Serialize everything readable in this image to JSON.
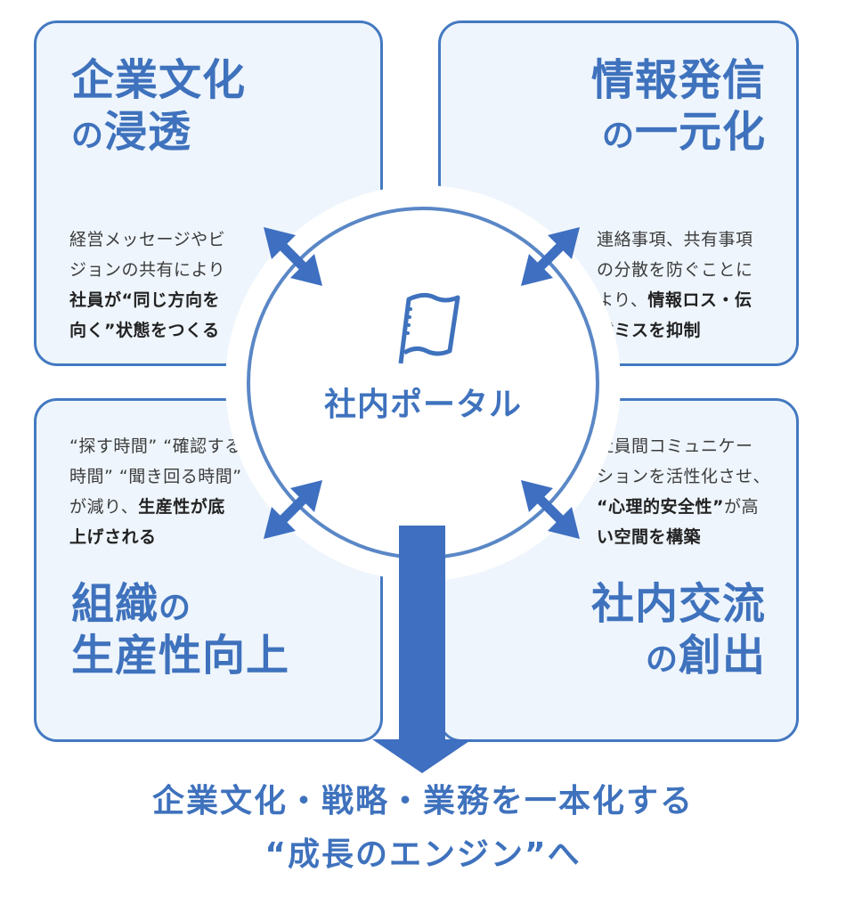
{
  "center": {
    "label": "社内ポータル",
    "icon": "flag-icon"
  },
  "quadrants": {
    "top_left": {
      "title_line1": "企業文化",
      "title_line2_small": "の",
      "title_line2_big": "浸透",
      "desc": {
        "line1": "経営メッセージやビ",
        "line2": "ジョンの共有により",
        "line3_bold": "社員が“同じ方向を",
        "line4_bold": "向く”状態をつくる"
      }
    },
    "top_right": {
      "title_line1": "情報発信",
      "title_line2_small": "の",
      "title_line2_big": "一元化",
      "desc": {
        "line1": "連絡事項、共有事項",
        "line2": "の分散を防ぐことに",
        "line3_plain": "より、",
        "line3_bold": "情報ロス・伝",
        "line4_bold": "達ミスを抑制"
      }
    },
    "bottom_left": {
      "title_line1_big": "組織",
      "title_line1_small": "の",
      "title_line2": "生産性向上",
      "desc": {
        "line1": "“探す時間” “確認する",
        "line2": "時間” “聞き回る時間”",
        "line3_plain": "が減り、",
        "line3_bold": "生産性が底",
        "line4_bold": "上げされる"
      }
    },
    "bottom_right": {
      "title_line1": "社内交流",
      "title_line2_small": "の",
      "title_line2_big": "創出",
      "desc": {
        "line1": "社員間コミュニケー",
        "line2": "ションを活性化させ、",
        "line3_bold": "“心理的安全性”",
        "line3_plain": "が高",
        "line4_bold": "い空間を構築"
      }
    }
  },
  "bottom": {
    "line1": "企業文化・戦略・業務を一本化する",
    "line2": "“成長のエンジン”へ"
  },
  "colors": {
    "accent": "#3f72bd",
    "arrow": "#3e6fc0",
    "box_fill": "#eef5fc",
    "box_border": "#4479c1",
    "circle_border": "#5a87c6"
  }
}
